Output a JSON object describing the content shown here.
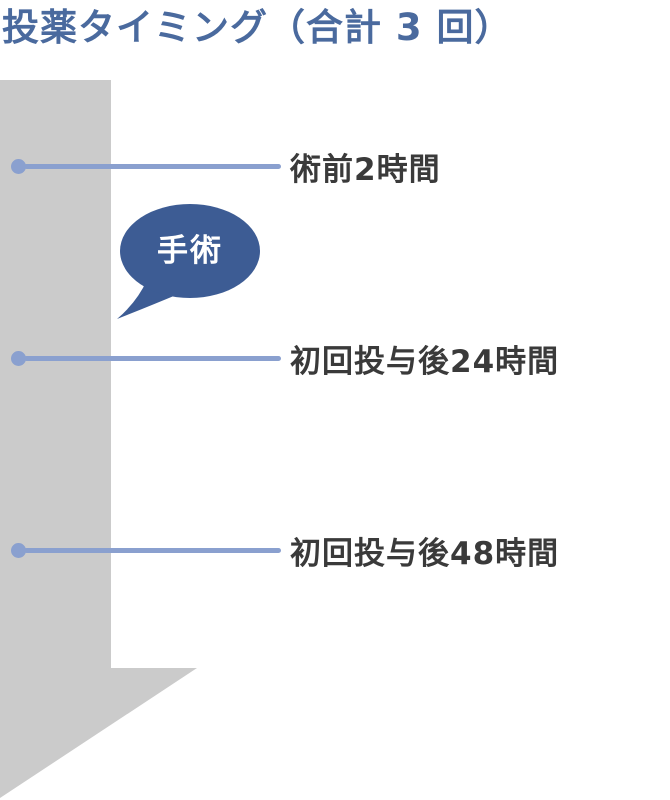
{
  "page": {
    "title": "投薬タイミング（合計 3 回）"
  },
  "timeline": {
    "items": [
      {
        "label": "術前2時間"
      },
      {
        "label": "初回投与後24時間"
      },
      {
        "label": "初回投与後48時間"
      }
    ],
    "callout": {
      "label": "手術"
    },
    "icons": {
      "band": "down-arrow-icon",
      "marker": "dot-icon",
      "callout": "speech-bubble-icon"
    }
  },
  "colors": {
    "title-blue": "#4a6a9e",
    "callout-blue": "#3d5c94",
    "connector-blue": "#8aa0cf",
    "arrow-gray": "#cbcbcb",
    "label-dark": "#3a3a3a",
    "bg": "#ffffff"
  }
}
